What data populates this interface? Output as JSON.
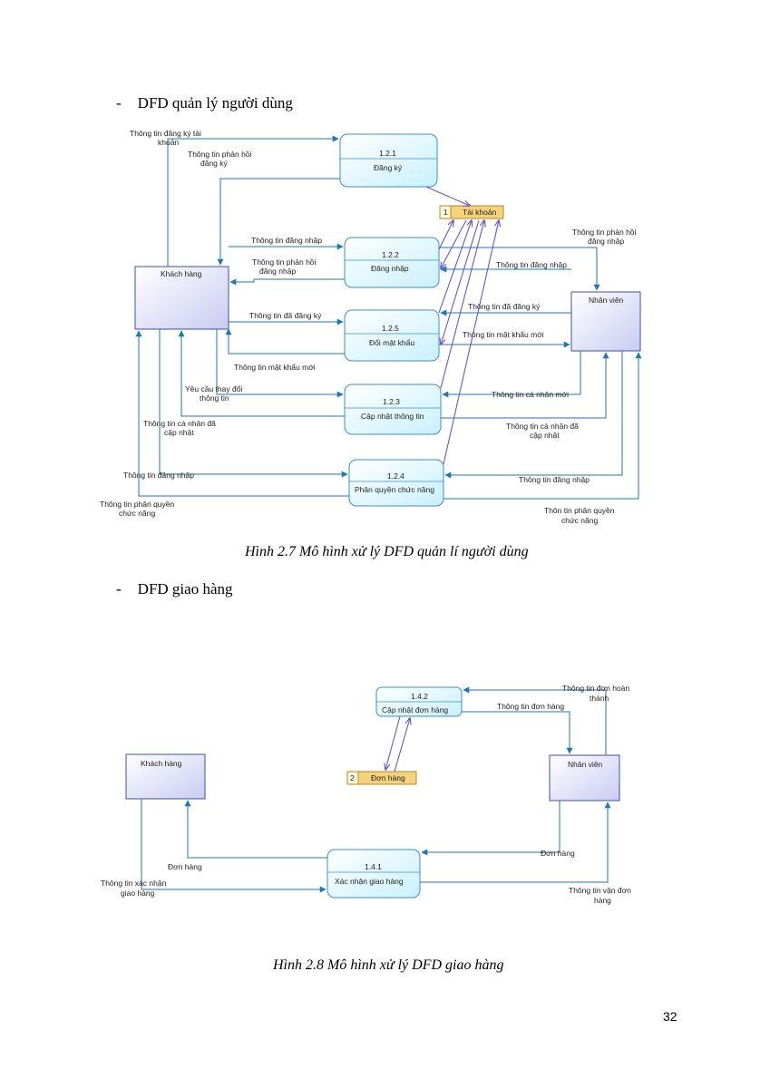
{
  "headings": {
    "section1": "DFD quản lý người dùng",
    "section2": "DFD giao hàng"
  },
  "captions": {
    "fig27": "Hình 2.7 Mô hình xử lý DFD quản lí người dùng",
    "fig28": "Hình 2.8 Mô hình xử lý DFD giao hàng"
  },
  "page_number": "32",
  "dfd1": {
    "entities": {
      "customer": "Khách hàng",
      "staff": "Nhân viên"
    },
    "store": {
      "num": "1",
      "label": "Tài khoản"
    },
    "processes": {
      "p121": {
        "id": "1.2.1",
        "name": "Đăng ký"
      },
      "p122": {
        "id": "1.2.2",
        "name": "Đăng nhập"
      },
      "p125": {
        "id": "1.2.5",
        "name": "Đổi mật khẩu"
      },
      "p123": {
        "id": "1.2.3",
        "name": "Cập nhật thông tin"
      },
      "p124": {
        "id": "1.2.4",
        "name": "Phân quyền chức năng"
      }
    },
    "flows": {
      "reg_info_1": "Thông tin đăng ký tài",
      "reg_info_2": "khoản",
      "reg_fb_1": "Thông tin phản hồi",
      "reg_fb_2": "đăng ký",
      "login_info": "Thông tin đăng nhập",
      "login_fb_1": "Thông tin phản hồi",
      "login_fb_2": "đăng nhập",
      "staff_login_fb_1": "Thông tin phản hồi",
      "staff_login_fb_2": "đăng nhập",
      "staff_login_info": "Thông tin đăng nhập",
      "registered_info": "Thông tin đã đăng ký",
      "staff_registered_info": "Thông tin đã đăng ký",
      "new_pw": "Thông tin mật khẩu mới",
      "staff_new_pw": "Thông tin mật khẩu mới",
      "change_req_1": "Yêu cầu thay đổi",
      "change_req_2": "thông tin",
      "personal_updated_1": "Thông tin cá nhân đã",
      "personal_updated_2": "cập nhật",
      "staff_personal_new": "Thông tin cá nhân mới",
      "staff_personal_updated_1": "Thông tin cá nhân đã",
      "staff_personal_updated_2": "cập nhật",
      "cust_login_info_124": "Thông tin đăng nhập",
      "staff_login_info_124": "Thông tin đăng nhập",
      "perm_info_1": "Thông tin phân quyền",
      "perm_info_2": "chức năng",
      "staff_perm_info_1": "Thôn tin phân quyền",
      "staff_perm_info_2": "chức năng"
    }
  },
  "dfd2": {
    "entities": {
      "customer": "Khách hàng",
      "staff": "Nhân viên"
    },
    "store": {
      "num": "2",
      "label": "Đơn hàng"
    },
    "processes": {
      "p142": {
        "id": "1.4.2",
        "name": "Cập nhật đơn hàng"
      },
      "p141": {
        "id": "1.4.1",
        "name": "Xác nhận giao hàng"
      }
    },
    "flows": {
      "completed_1": "Thông tin đơn hoàn",
      "completed_2": "thành",
      "order_info": "Thông tin đơn hàng",
      "order_to_cust": "Đơn hàng",
      "order_from_staff": "Đơn hàng",
      "confirm_1": "Thông tin xác nhận",
      "confirm_2": "giao hàng",
      "shipping_1": "Thông tin vận đơn",
      "shipping_2": "hàng"
    }
  },
  "colors": {
    "flow": "#1f77b4",
    "store_flow": "#6a55c8",
    "process_fill": "#e6fbff",
    "entity_fill": "#e4e6fb",
    "store_fill": "#f6d27a"
  }
}
